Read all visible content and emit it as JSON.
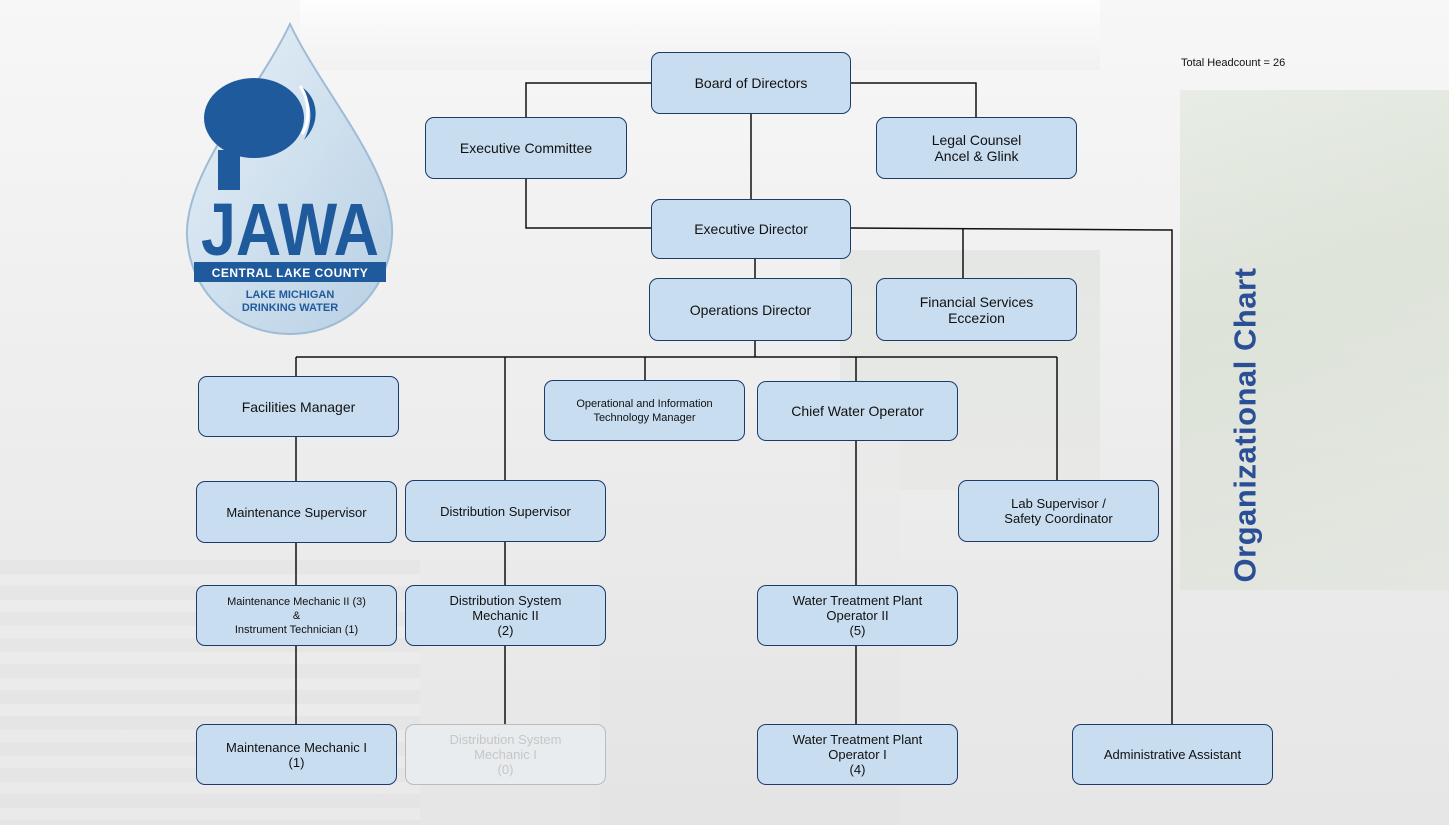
{
  "headcount_text": "Total Headcount = 26",
  "side_title": "Organizational Chart",
  "logo": {
    "name": "JAWA",
    "line1": "CENTRAL LAKE COUNTY",
    "line2": "LAKE MICHIGAN",
    "line3": "DRINKING WATER",
    "colors": {
      "blue": "#1f5a9c",
      "light": "#cfe0ee"
    }
  },
  "colors": {
    "box_fill": "#c9ddf0",
    "box_border": "#1c3a6b",
    "line": "#111111",
    "title": "#2a4f96"
  },
  "nodes": {
    "board": {
      "lines": [
        "Board of Directors"
      ]
    },
    "exec_committee": {
      "lines": [
        "Executive Committee"
      ]
    },
    "legal": {
      "lines": [
        "Legal Counsel",
        "Ancel & Glink"
      ]
    },
    "exec_director": {
      "lines": [
        "Executive Director"
      ]
    },
    "ops_director": {
      "lines": [
        "Operations Director"
      ]
    },
    "financial": {
      "lines": [
        "Financial Services",
        "Eccezion"
      ]
    },
    "facilities": {
      "lines": [
        "Facilities Manager"
      ]
    },
    "oit_manager": {
      "lines": [
        "Operational and Information",
        "Technology Manager"
      ]
    },
    "chief_water": {
      "lines": [
        "Chief Water Operator"
      ]
    },
    "maint_supervisor": {
      "lines": [
        "Maintenance Supervisor"
      ]
    },
    "dist_supervisor": {
      "lines": [
        "Distribution Supervisor"
      ]
    },
    "lab_supervisor": {
      "lines": [
        "Lab Supervisor /",
        "Safety Coordinator"
      ]
    },
    "maint_mech2": {
      "lines": [
        "Maintenance Mechanic II (3)",
        "&",
        "Instrument Technician (1)"
      ]
    },
    "dist_mech2": {
      "lines": [
        "Distribution System",
        "Mechanic II",
        "(2)"
      ]
    },
    "wtp_op2": {
      "lines": [
        "Water Treatment Plant",
        "Operator II",
        "(5)"
      ]
    },
    "maint_mech1": {
      "lines": [
        "Maintenance Mechanic I",
        "(1)"
      ]
    },
    "dist_mech1": {
      "lines": [
        "Distribution System",
        "Mechanic I",
        "(0)"
      ]
    },
    "wtp_op1": {
      "lines": [
        "Water Treatment Plant",
        "Operator I",
        "(4)"
      ]
    },
    "admin": {
      "lines": [
        "Administrative Assistant"
      ]
    }
  }
}
